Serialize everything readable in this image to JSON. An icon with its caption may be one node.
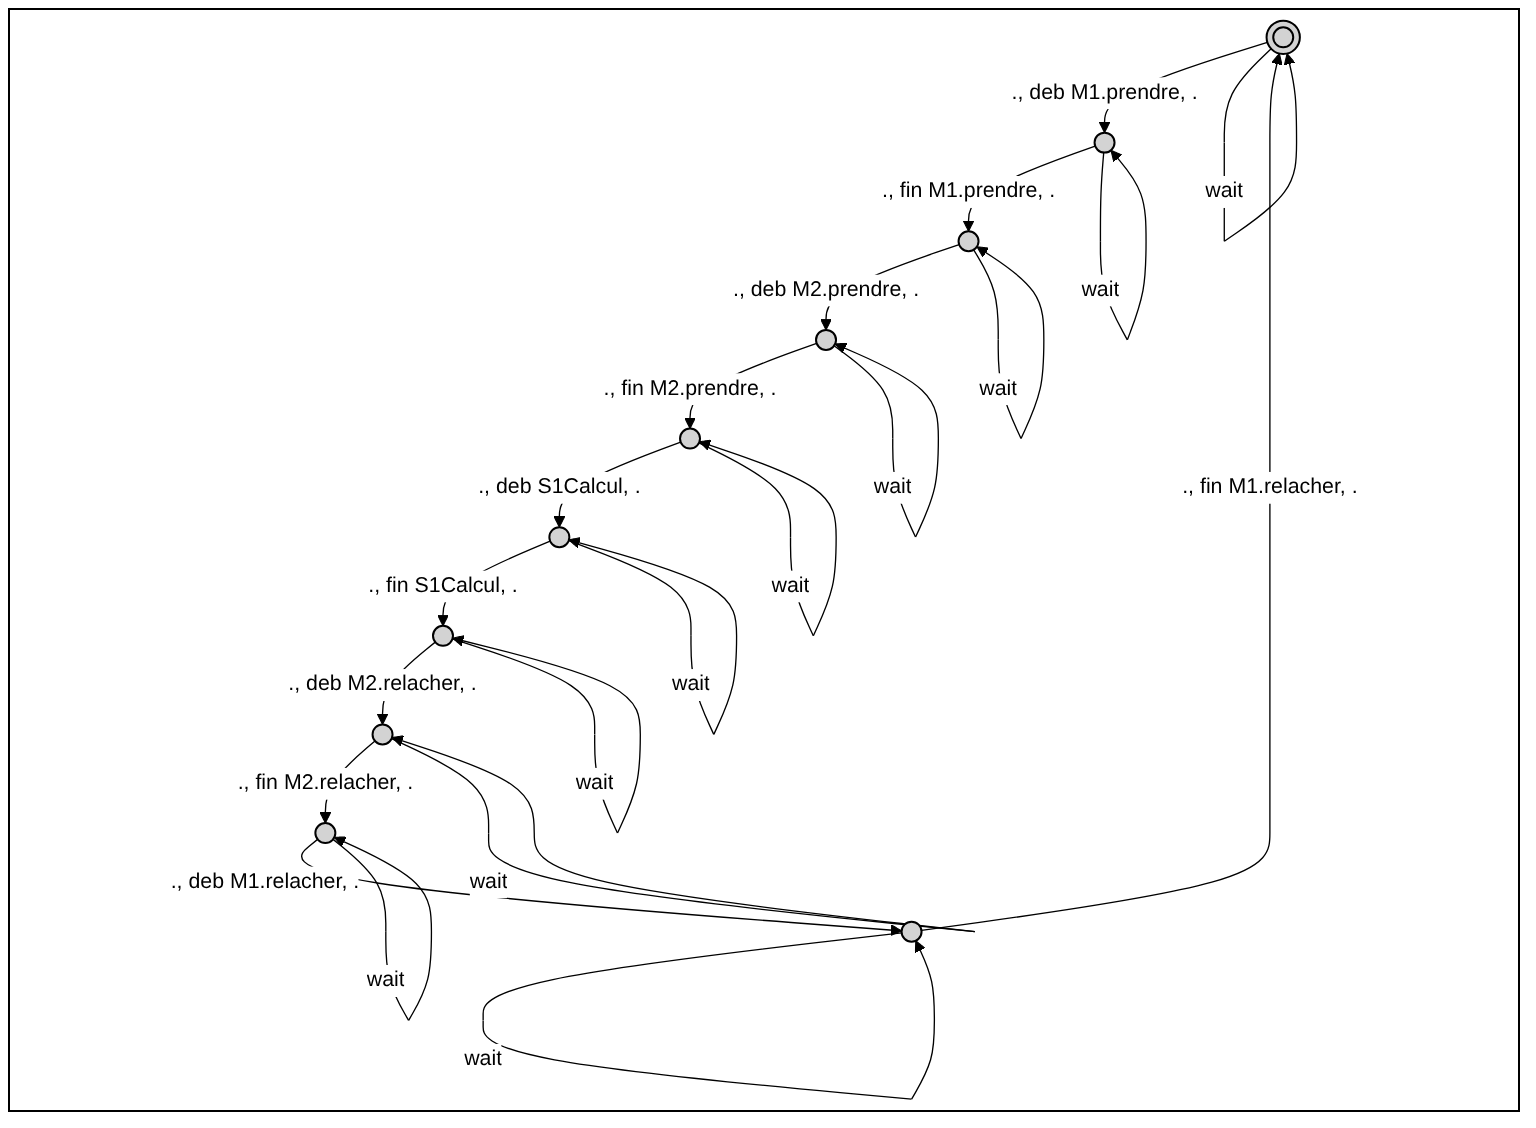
{
  "diagram": {
    "nodes": [
      {
        "text": [],
        "shape": "doublecircle"
      },
      {
        "text": [],
        "shape": "circle"
      },
      {
        "text": [],
        "shape": "circle"
      },
      {
        "text": [],
        "shape": "circle"
      },
      {
        "text": [],
        "shape": "circle"
      },
      {
        "text": [],
        "shape": "circle"
      },
      {
        "text": [],
        "shape": "circle"
      },
      {
        "text": [],
        "shape": "circle"
      },
      {
        "text": [],
        "shape": "circle"
      },
      {
        "text": [],
        "shape": "circle"
      }
    ],
    "edges": [
      {
        "from": 0,
        "to": 1,
        "arrow": "to",
        "label": "., deb M1.prendre, ."
      },
      {
        "from": 1,
        "to": 2,
        "arrow": "to",
        "label": "., fin M1.prendre, ."
      },
      {
        "from": 2,
        "to": 4,
        "arrow": "to",
        "label": "., deb M2.prendre, ."
      },
      {
        "from": 4,
        "to": 6,
        "arrow": "to",
        "label": "., fin M2.prendre, ."
      },
      {
        "from": 6,
        "to": 9,
        "arrow": "to",
        "label": "., deb S1Calcul, ."
      },
      {
        "from": 9,
        "to": 8,
        "arrow": "to",
        "label": "., fin S1Calcul, ."
      },
      {
        "from": 8,
        "to": 7,
        "arrow": "to",
        "label": "., deb M2.relacher, ."
      },
      {
        "from": 7,
        "to": 5,
        "arrow": "to",
        "label": "., fin M2.relacher, ."
      },
      {
        "from": 5,
        "to": 3,
        "arrow": "to",
        "label": "., deb M1.relacher, ."
      },
      {
        "from": 3,
        "to": 0,
        "arrow": "to",
        "label": "., fin M1.relacher, ."
      },
      {
        "from": 0,
        "to": 0,
        "arrow": "to",
        "label": "wait"
      },
      {
        "from": 1,
        "to": 1,
        "arrow": "to",
        "label": "wait"
      },
      {
        "from": 2,
        "to": 2,
        "arrow": "to",
        "label": "wait"
      },
      {
        "from": 3,
        "to": 3,
        "arrow": "to",
        "label": "wait"
      },
      {
        "from": 4,
        "to": 4,
        "arrow": "to",
        "label": "wait"
      },
      {
        "from": 5,
        "to": 5,
        "arrow": "to",
        "label": "wait"
      },
      {
        "from": 6,
        "to": 6,
        "arrow": "to",
        "label": "wait"
      },
      {
        "from": 7,
        "to": 7,
        "arrow": "to",
        "label": "wait"
      },
      {
        "from": 8,
        "to": 8,
        "arrow": "to",
        "label": "wait"
      },
      {
        "from": 9,
        "to": 9,
        "arrow": "to",
        "label": "wait"
      }
    ]
  }
}
